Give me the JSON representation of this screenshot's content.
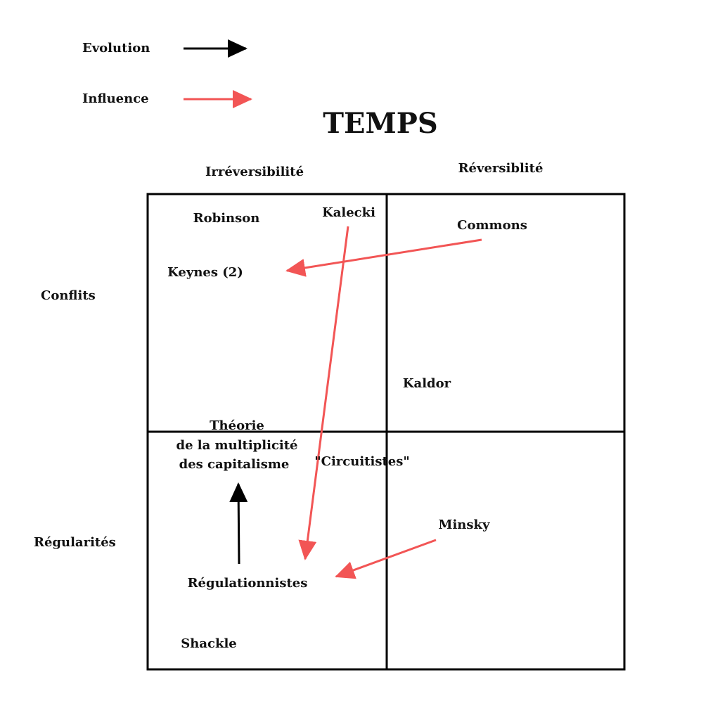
{
  "legend": {
    "evolution": {
      "label": "Evolution",
      "color": "#000000"
    },
    "influence": {
      "label": "Influence",
      "color": "#f25555"
    }
  },
  "title": "TEMPS",
  "columns": [
    "Irréversibilité",
    "Réversiblité"
  ],
  "rows": [
    "Conflits",
    "Régularités"
  ],
  "nodes": {
    "robinson": "Robinson",
    "kalecki": "Kalecki",
    "commons": "Commons",
    "keynes": "Keynes (2)",
    "kaldor": "Kaldor",
    "theorie_1": "Théorie",
    "theorie_2": "de la multiplicité",
    "theorie_3": "des capitalisme",
    "circuitistes": "\"Circuitistes\"",
    "minsky": "Minsky",
    "regulationnistes": "Régulationnistes",
    "shackle": "Shackle"
  },
  "edges": [
    {
      "from": "Commons",
      "to": "Keynes (2)",
      "type": "influence"
    },
    {
      "from": "Kalecki",
      "to": "Régulationnistes",
      "type": "influence"
    },
    {
      "from": "Minsky",
      "to": "Régulationnistes",
      "type": "influence"
    },
    {
      "from": "Régulationnistes",
      "to": "Théorie de la multiplicité des capitalisme",
      "type": "evolution"
    }
  ]
}
